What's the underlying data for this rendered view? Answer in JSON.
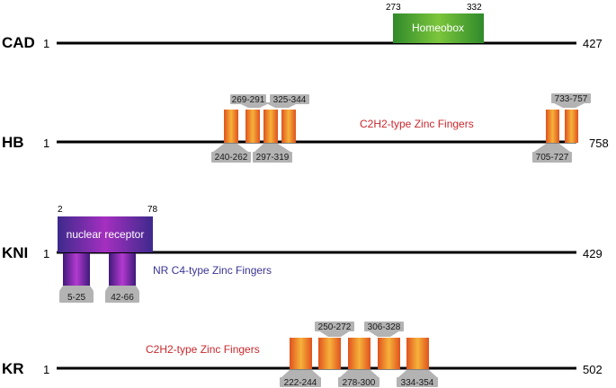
{
  "proteins": [
    {
      "name": "CAD",
      "start": "1",
      "end": "427",
      "domain": {
        "label": "Homeobox",
        "start_label": "273",
        "end_label": "332"
      }
    },
    {
      "name": "HB",
      "start": "1",
      "end": "758",
      "annotation": "C2H2-type Zinc Fingers",
      "ranges_top": [
        "269-291",
        "325-344",
        "733-757"
      ],
      "ranges_bottom": [
        "240-262",
        "297-319",
        "705-727"
      ]
    },
    {
      "name": "KNI",
      "start": "1",
      "end": "429",
      "domain": {
        "label": "nuclear receptor",
        "start_label": "2",
        "end_label": "78"
      },
      "annotation": "NR C4-type Zinc Fingers",
      "ranges_bottom": [
        "5-25",
        "42-66"
      ]
    },
    {
      "name": "KR",
      "start": "1",
      "end": "502",
      "annotation": "C2H2-type Zinc Fingers",
      "ranges_top": [
        "250-272",
        "306-328"
      ],
      "ranges_bottom": [
        "222-244",
        "278-300",
        "334-354"
      ]
    }
  ],
  "colors": {
    "homeobox": "#3f9b2e",
    "nuclear_receptor": "#6a2fa0",
    "c2h2_finger": "#e8701e",
    "nr_finger": "#6b2497",
    "range_box": "#b3b3b3",
    "red_annotation": "#c8282d",
    "blue_annotation": "#3a3594"
  }
}
